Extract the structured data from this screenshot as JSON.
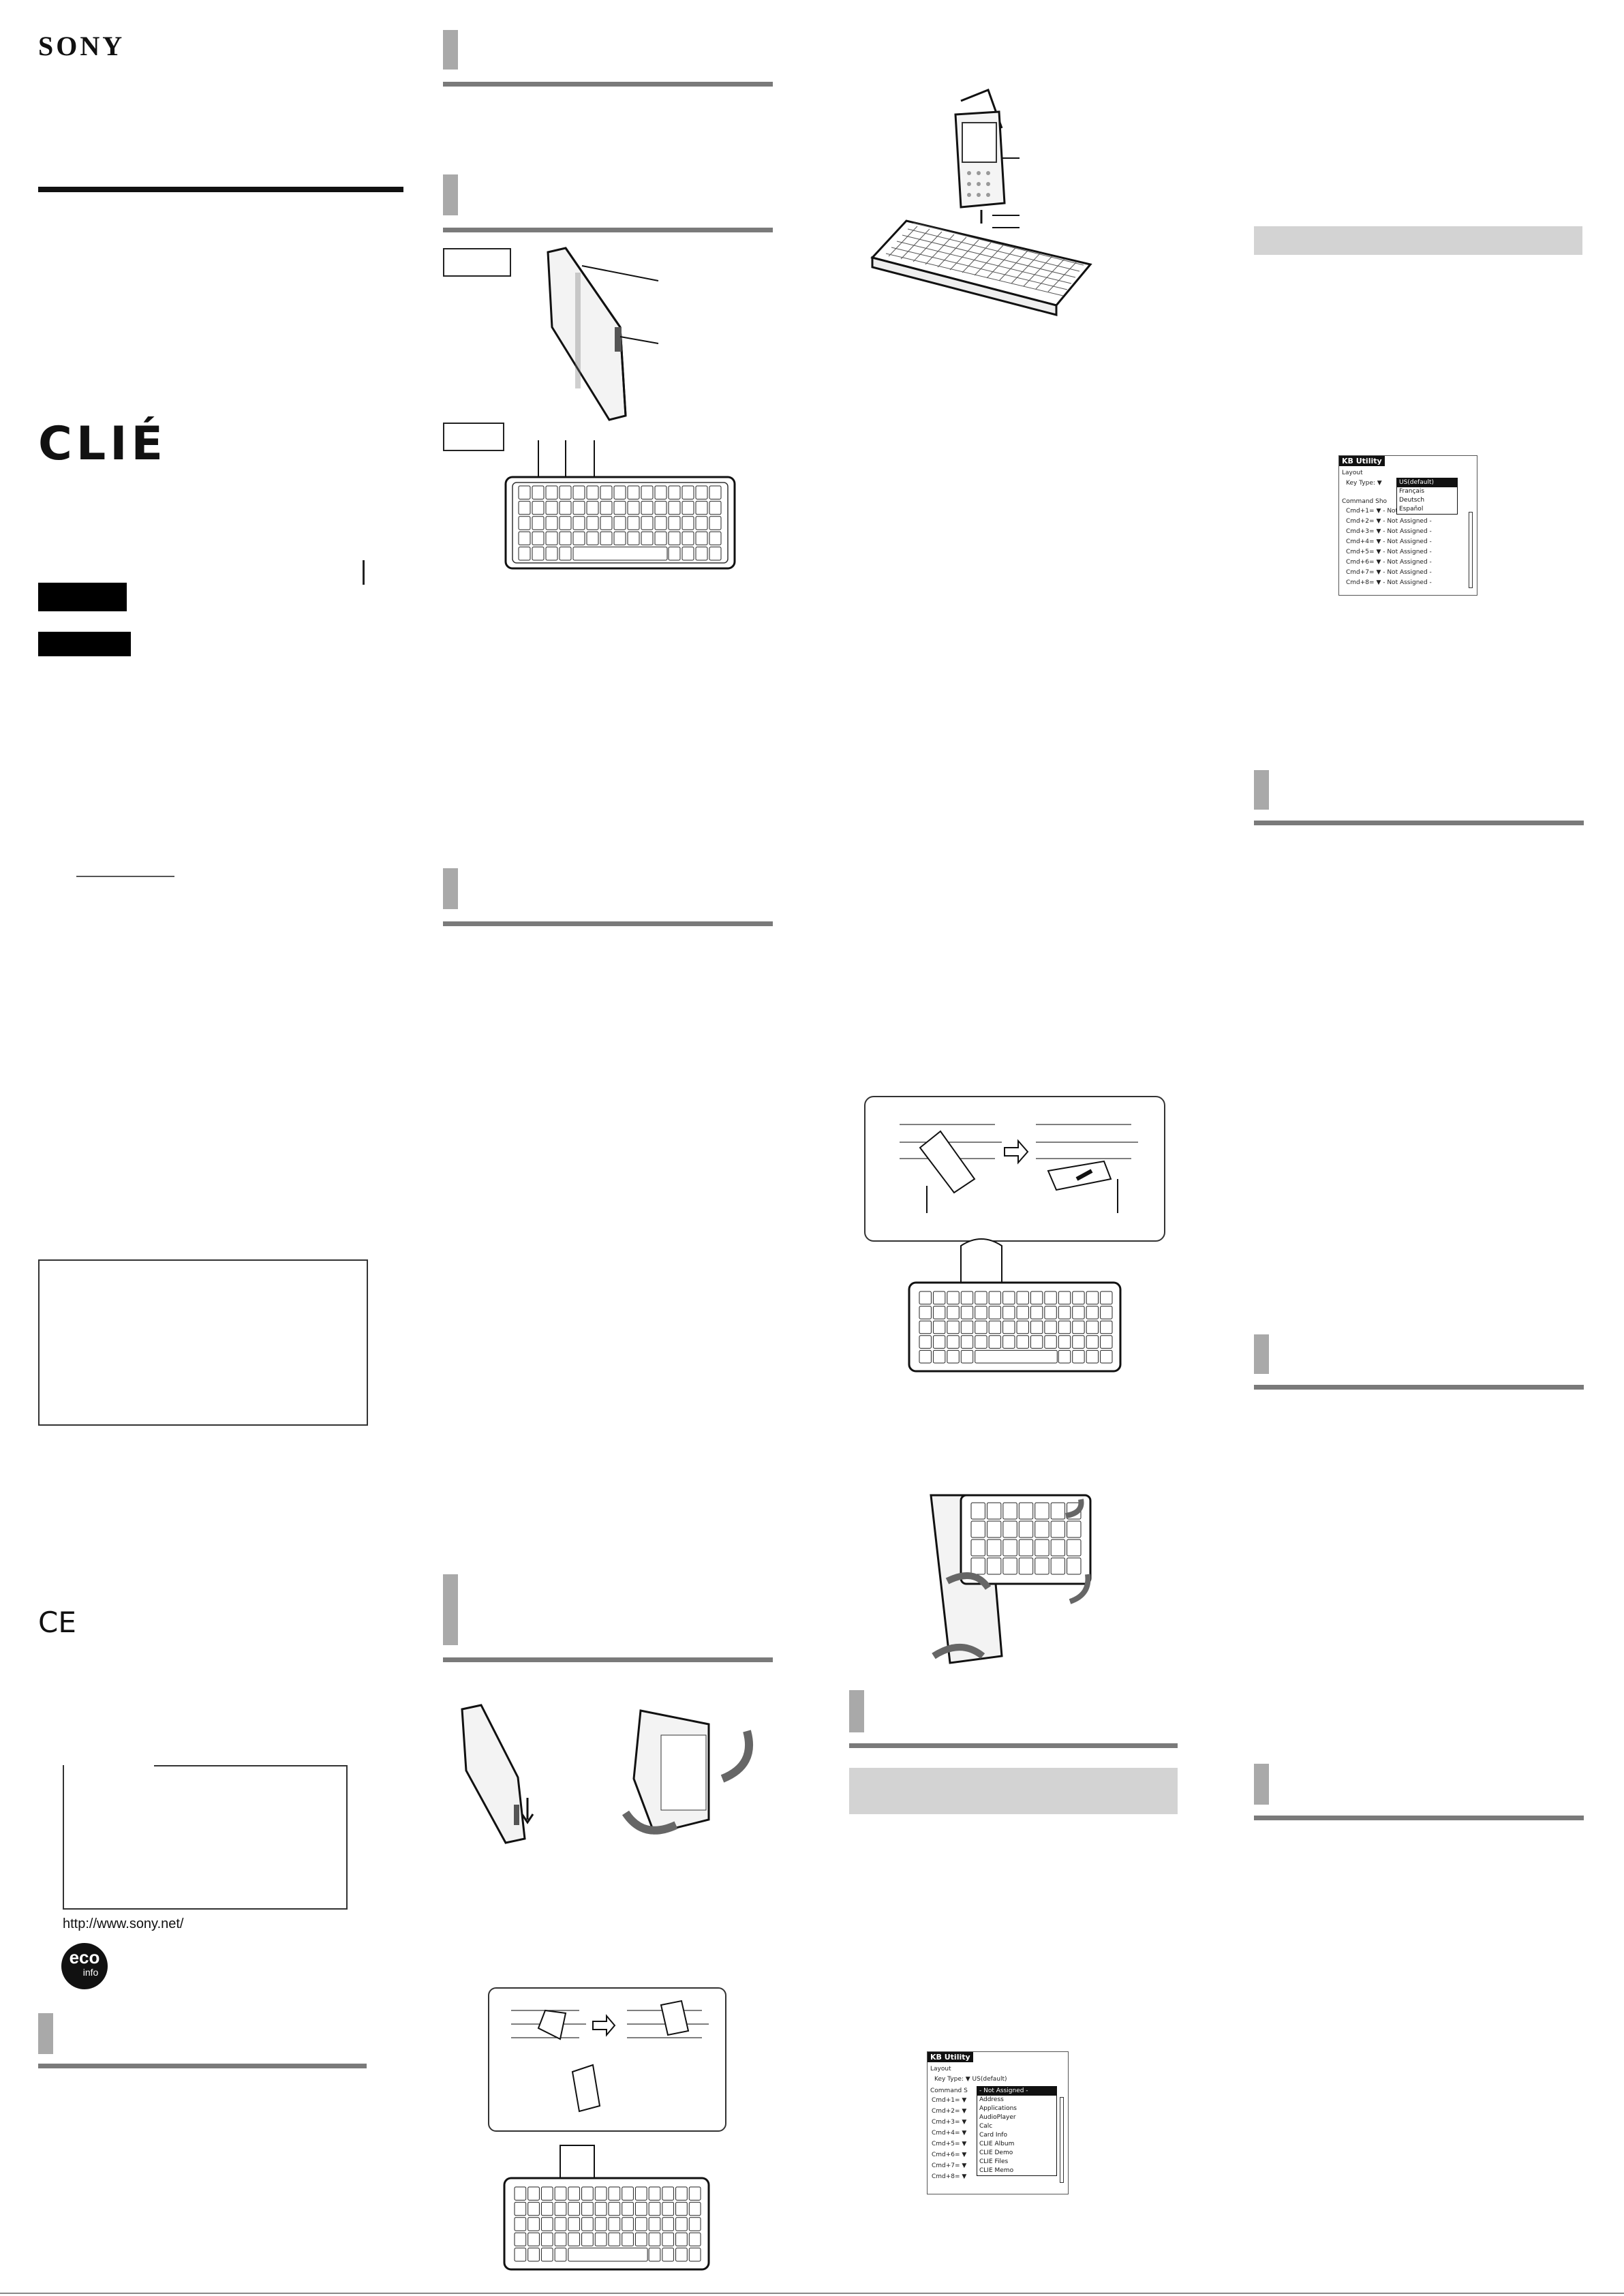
{
  "brand": {
    "logo_text": "SONY",
    "product_logo": "CLIÉ"
  },
  "website": "http://www.sony.net/",
  "eco_badge": {
    "top": "eco",
    "bottom": "info"
  },
  "ce_mark": "CE",
  "screens": {
    "top": {
      "title": "KB Utility",
      "layout_label": "Layout",
      "key_type_label": "Key Type:",
      "command_label": "Command Sho",
      "language_options": [
        "US(default)",
        "Français",
        "Deutsch",
        "Español"
      ],
      "rows": [
        {
          "cmd": "Cmd+1=",
          "val": "- Not Assigned -"
        },
        {
          "cmd": "Cmd+2=",
          "val": "- Not Assigned -"
        },
        {
          "cmd": "Cmd+3=",
          "val": "- Not Assigned -"
        },
        {
          "cmd": "Cmd+4=",
          "val": "- Not Assigned -"
        },
        {
          "cmd": "Cmd+5=",
          "val": "- Not Assigned -"
        },
        {
          "cmd": "Cmd+6=",
          "val": "- Not Assigned -"
        },
        {
          "cmd": "Cmd+7=",
          "val": "- Not Assigned -"
        },
        {
          "cmd": "Cmd+8=",
          "val": "- Not Assigned -"
        }
      ]
    },
    "bottom": {
      "title": "KB Utility",
      "layout_label": "Layout",
      "key_type_label": "Key Type:",
      "key_type_value": "US(default)",
      "command_label": "Command S",
      "cmds": [
        "Cmd+1=",
        "Cmd+2=",
        "Cmd+3=",
        "Cmd+4=",
        "Cmd+5=",
        "Cmd+6=",
        "Cmd+7=",
        "Cmd+8="
      ],
      "app_options": [
        "- Not Assigned -",
        "Address",
        "Applications",
        "AudioPlayer",
        "Calc",
        "Card Info",
        "CLIE Album",
        "CLIE Demo",
        "CLIE Files",
        "CLIE Memo"
      ]
    }
  },
  "colors": {
    "rule": "#7a7a7a",
    "mark": "#a9a9a9",
    "band": "#d3d3d3"
  }
}
